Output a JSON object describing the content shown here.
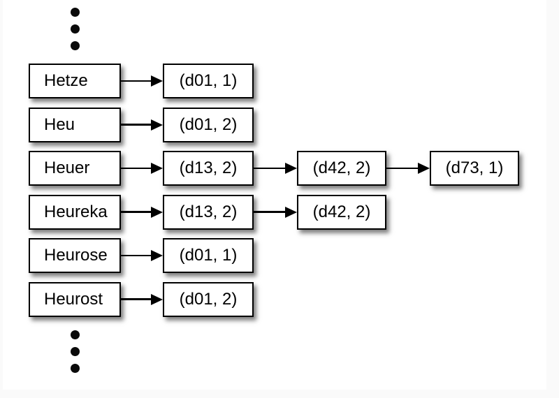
{
  "colors": {
    "canvas": "#ffffff",
    "page_margin": "#fafafa",
    "box_fill": "#ffffff",
    "box_border": "#000000",
    "text": "#000000",
    "arrow": "#000000"
  },
  "diagram": {
    "description": "Term dictionary with linked posting lists",
    "ellipsis_top": {
      "icon": "vertical-ellipsis",
      "dots": 3
    },
    "ellipsis_bottom": {
      "icon": "vertical-ellipsis",
      "dots": 3
    },
    "rows": [
      {
        "term": "Hetze",
        "postings": [
          "(d01, 1)"
        ]
      },
      {
        "term": "Heu",
        "postings": [
          "(d01, 2)"
        ]
      },
      {
        "term": "Heuer",
        "postings": [
          "(d13, 2)",
          "(d42, 2)",
          "(d73, 1)"
        ]
      },
      {
        "term": "Heureka",
        "postings": [
          "(d13, 2)",
          "(d42, 2)"
        ]
      },
      {
        "term": "Heurose",
        "postings": [
          "(d01, 1)"
        ]
      },
      {
        "term": "Heurost",
        "postings": [
          "(d01, 2)"
        ]
      }
    ]
  }
}
